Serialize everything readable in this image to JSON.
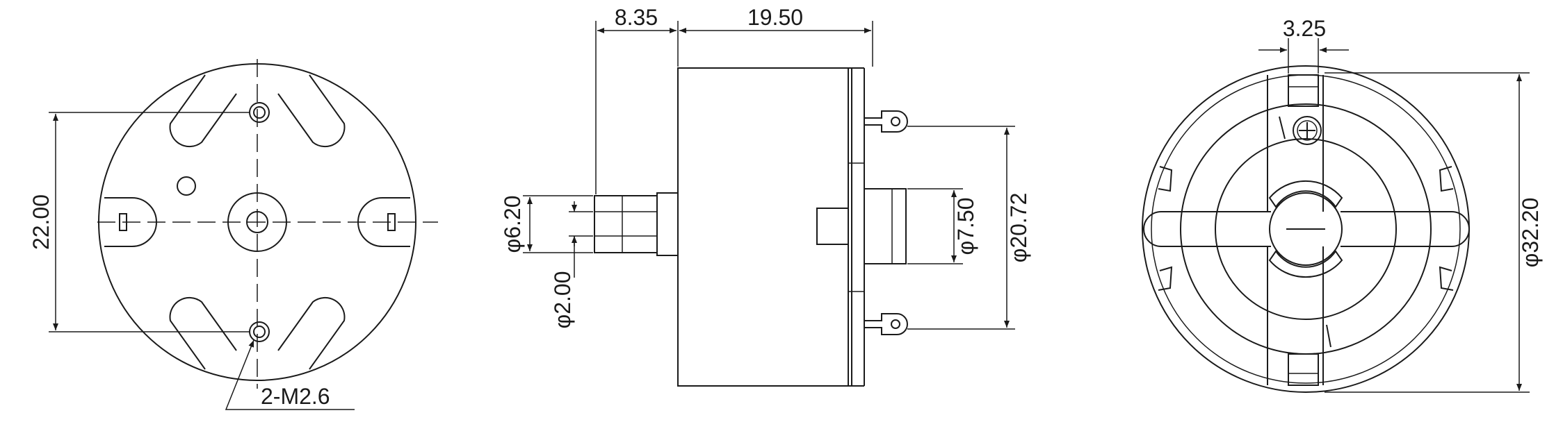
{
  "front_view": {
    "dim_vertical": "22.00",
    "dim_thread": "2-M2.6"
  },
  "side_view": {
    "dim_length_a": "8.35",
    "dim_length_b": "19.50",
    "dim_dia_a": "φ6.20",
    "dim_dia_b": "φ2.00",
    "dim_dia_c": "φ7.50",
    "dim_dia_d": "φ20.72"
  },
  "rear_view": {
    "dim_width": "3.25",
    "dim_dia": "φ32.20"
  }
}
